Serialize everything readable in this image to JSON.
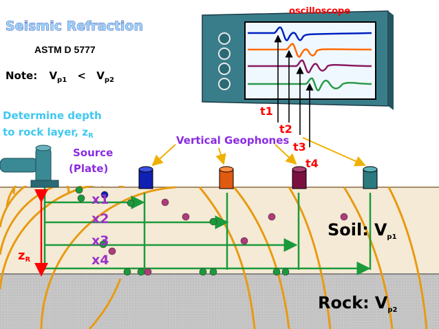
{
  "title": "Seismic Refraction",
  "standard": "ASTM D 5777",
  "note": {
    "label": "Note:",
    "v": "V",
    "sub1": "p1",
    "lt": "<",
    "sub2": "p2"
  },
  "determine": {
    "line1": "Determine depth",
    "line2a": "to rock layer, z",
    "line2sub": "R"
  },
  "source": {
    "line1": "Source",
    "line2": "(Plate)"
  },
  "geophones_label": "Vertical Geophones",
  "oscilloscope_label": "oscilloscope",
  "times": [
    "t1",
    "t2",
    "t3",
    "t4"
  ],
  "distances": [
    "x1",
    "x2",
    "x3",
    "x4"
  ],
  "depth": {
    "z": "z",
    "sub": "R"
  },
  "soil": {
    "name": "Soil:",
    "v": "V",
    "sub": "p1"
  },
  "rock": {
    "name": "Rock:",
    "v": "V",
    "sub": "p2"
  },
  "colors": {
    "soil": "#f5ead6",
    "rock": "#c8c8c8",
    "wave": "#e89a10",
    "ray": "#1a9a3a",
    "screen": "#f0f8ff",
    "case": "#3a7d8a"
  },
  "geophone_colors": [
    "#1020b0",
    "#e05a10",
    "#7a1040",
    "#2a7a80"
  ],
  "traces": [
    "#0020c0",
    "#ff6a00",
    "#8a1a60",
    "#2a9a4a"
  ]
}
